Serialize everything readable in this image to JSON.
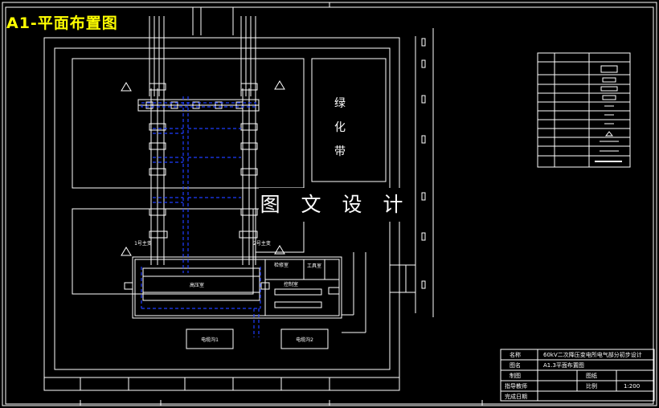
{
  "sheet": {
    "title": "A1-平面布置图"
  },
  "watermark": "图 文 设 计",
  "plan": {
    "greenbelt": [
      "绿",
      "化",
      "带"
    ],
    "transformer_1": "1号主变",
    "transformer_2": "2号主变",
    "rooms": {
      "switchgear": "高压室",
      "relay": "控制室",
      "workshop": "检修室",
      "tool": "工具室",
      "cable_1": "电缆沟1",
      "cable_2": "电缆沟2"
    }
  },
  "title_block": {
    "label_name": "名称",
    "value_name": "60kV二次降压变电所电气部分初步设计",
    "label_drawing": "图名",
    "value_drawing": "A1.3平面布置图",
    "label_drawn": "制图",
    "label_sheet": "图纸",
    "label_supervisor": "指导教师",
    "label_scale": "比例",
    "value_scale": "1:200",
    "label_date": "完成日期"
  },
  "colors": {
    "background": "#000000",
    "line": "#ffffff",
    "accent": "#ffff00",
    "cable": "#1e3cff"
  }
}
